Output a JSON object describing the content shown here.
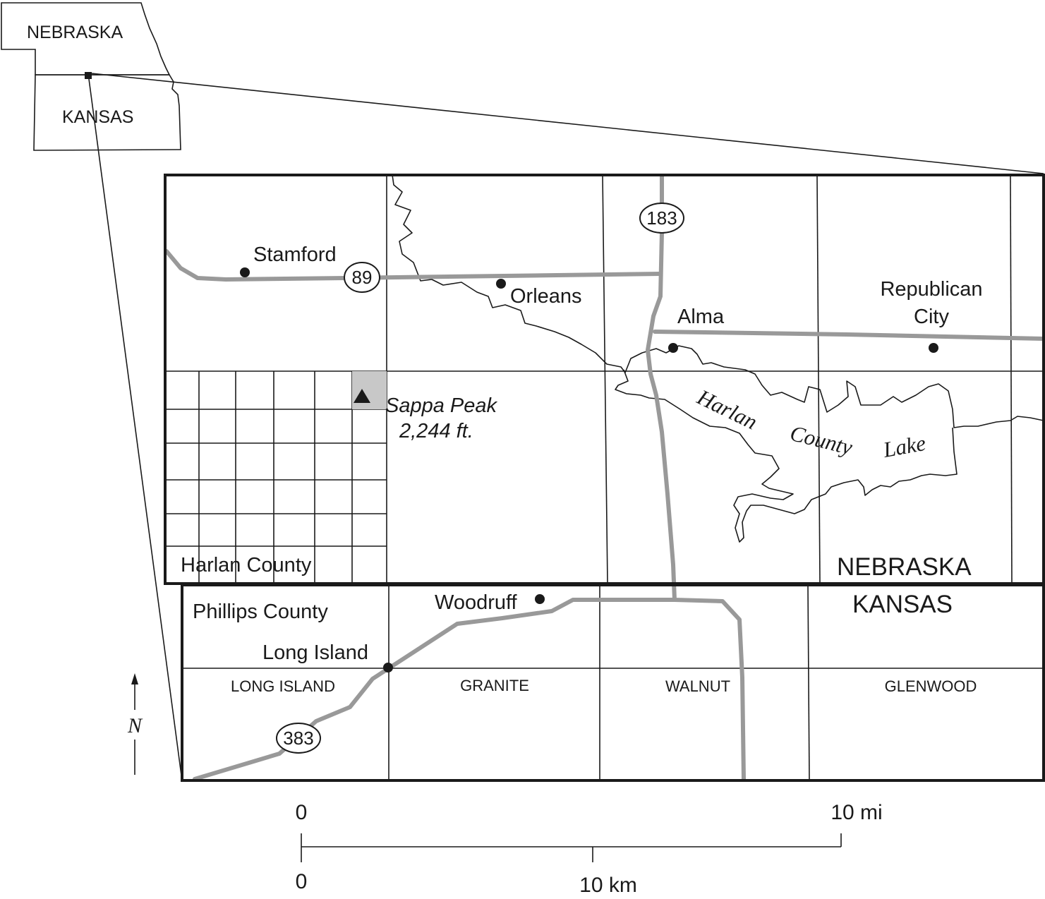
{
  "inset": {
    "state_north": "NEBRASKA",
    "state_south": "KANSAS"
  },
  "states": {
    "north": "NEBRASKA",
    "south": "KANSAS"
  },
  "counties": {
    "north": "Harlan County",
    "south": "Phillips County"
  },
  "towns": {
    "stamford": "Stamford",
    "orleans": "Orleans",
    "alma": "Alma",
    "republican_city_line1": "Republican",
    "republican_city_line2": "City",
    "woodruff": "Woodruff",
    "long_island": "Long Island"
  },
  "routes": {
    "r89": "89",
    "r183": "183",
    "r383": "383"
  },
  "peak": {
    "name": "Sappa Peak",
    "elevation": "2,244 ft."
  },
  "lake": {
    "word1": "Harlan",
    "word2": "County",
    "word3": "Lake"
  },
  "townships": {
    "long_island": "LONG ISLAND",
    "granite": "GRANITE",
    "walnut": "WALNUT",
    "glenwood": "GLENWOOD"
  },
  "north_arrow": "N",
  "scale": {
    "mi_zero": "0",
    "mi_label": "10 mi",
    "km_zero": "0",
    "km_label": "10 km"
  },
  "colors": {
    "road": "#999999",
    "ink": "#1a1a1a",
    "peak_fill": "#c8c8c8"
  }
}
